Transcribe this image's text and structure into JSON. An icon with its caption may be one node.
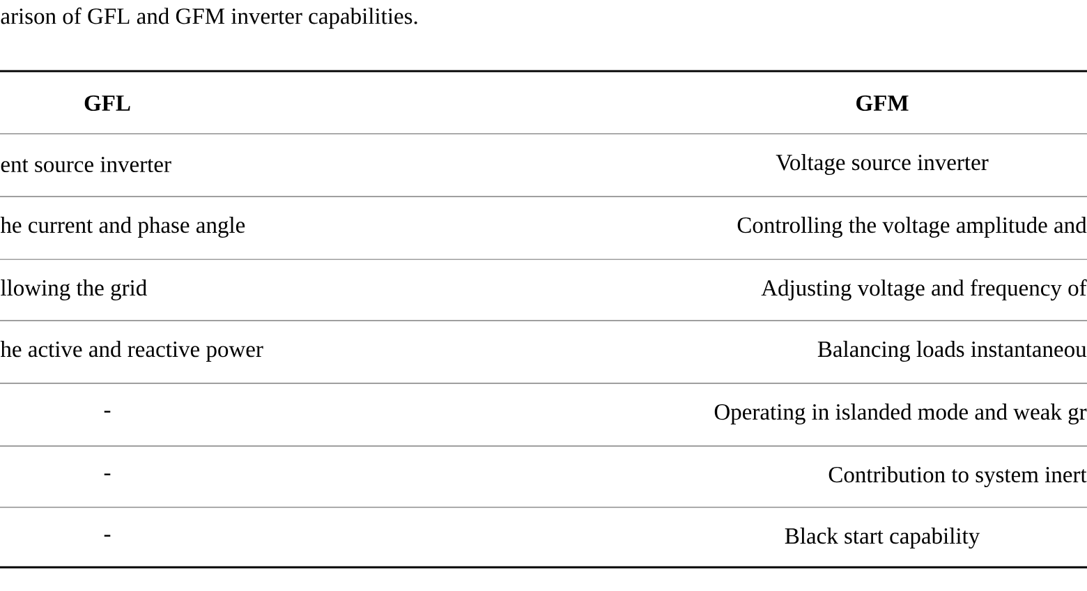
{
  "diagram": {
    "caption": "arison of GFL and GFM inverter capabilities.",
    "labels": [
      "GFL",
      "GFM",
      "ent source inverter",
      "Voltage source inverter",
      "he current and phase angle",
      "Controlling the voltage amplitude and",
      "llowing the grid",
      "Adjusting voltage and frequency of",
      "he active and reactive power",
      "Balancing loads instantaneou",
      "-",
      "Operating in islanded mode and weak gr",
      "-",
      "Contribution to system inert",
      "-",
      "Black start capability"
    ]
  }
}
